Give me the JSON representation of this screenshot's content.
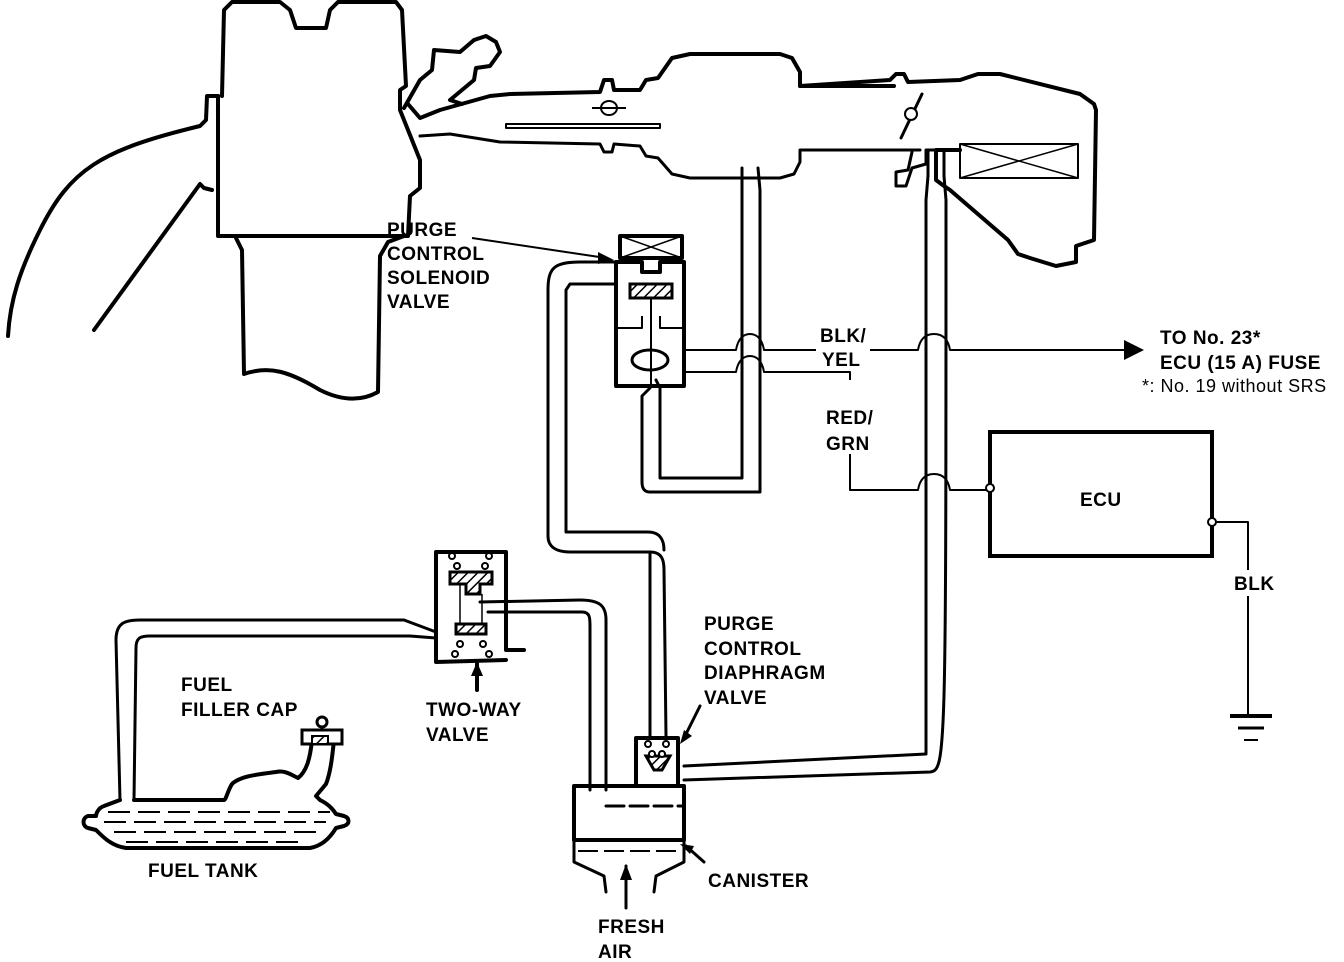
{
  "diagram": {
    "title": "Evaporative Emission Control System",
    "labels": {
      "purge_solenoid": [
        "PURGE",
        "CONTROL",
        "SOLENOID",
        "VALVE"
      ],
      "wire_blk_yel": [
        "BLK/",
        "YEL"
      ],
      "wire_red_grn": [
        "RED/",
        "GRN"
      ],
      "fuse_dest": [
        "TO No. 23*",
        "ECU (15 A) FUSE"
      ],
      "fuse_note": "*: No. 19 without SRS",
      "ecu": "ECU",
      "wire_blk": "BLK",
      "purge_diaphragm": [
        "PURGE",
        "CONTROL",
        "DIAPHRAGM",
        "VALVE"
      ],
      "fuel_filler_cap": [
        "FUEL",
        "FILLER CAP"
      ],
      "two_way_valve": [
        "TWO-WAY",
        "VALVE"
      ],
      "fuel_tank": "FUEL TANK",
      "canister": "CANISTER",
      "fresh_air": [
        "FRESH",
        "AIR"
      ]
    },
    "components": [
      {
        "id": "engine-block",
        "type": "engine"
      },
      {
        "id": "intake-manifold",
        "type": "duct"
      },
      {
        "id": "throttle-body",
        "type": "valve"
      },
      {
        "id": "air-cleaner",
        "type": "filter"
      },
      {
        "id": "purge-control-solenoid-valve",
        "type": "solenoid"
      },
      {
        "id": "purge-control-diaphragm-valve",
        "type": "valve"
      },
      {
        "id": "canister",
        "type": "canister"
      },
      {
        "id": "two-way-valve",
        "type": "valve"
      },
      {
        "id": "fuel-tank",
        "type": "tank"
      },
      {
        "id": "fuel-filler-cap",
        "type": "cap"
      },
      {
        "id": "ecu",
        "type": "control-unit"
      },
      {
        "id": "ground",
        "type": "ground"
      }
    ],
    "connections": [
      {
        "from": "intake-manifold",
        "to": "purge-control-solenoid-valve",
        "kind": "vacuum-hose"
      },
      {
        "from": "purge-control-solenoid-valve",
        "to": "purge-control-diaphragm-valve",
        "kind": "vacuum-hose"
      },
      {
        "from": "throttle-body",
        "to": "purge-control-diaphragm-valve",
        "kind": "purge-hose"
      },
      {
        "from": "fuel-tank",
        "to": "two-way-valve",
        "kind": "vapor-hose"
      },
      {
        "from": "two-way-valve",
        "to": "canister",
        "kind": "vapor-hose"
      },
      {
        "from": "purge-control-solenoid-valve",
        "to": "fuse",
        "kind": "wire",
        "color": "BLK/YEL"
      },
      {
        "from": "purge-control-solenoid-valve",
        "to": "ecu",
        "kind": "wire",
        "color": "RED/GRN"
      },
      {
        "from": "ecu",
        "to": "ground",
        "kind": "wire",
        "color": "BLK"
      }
    ]
  }
}
